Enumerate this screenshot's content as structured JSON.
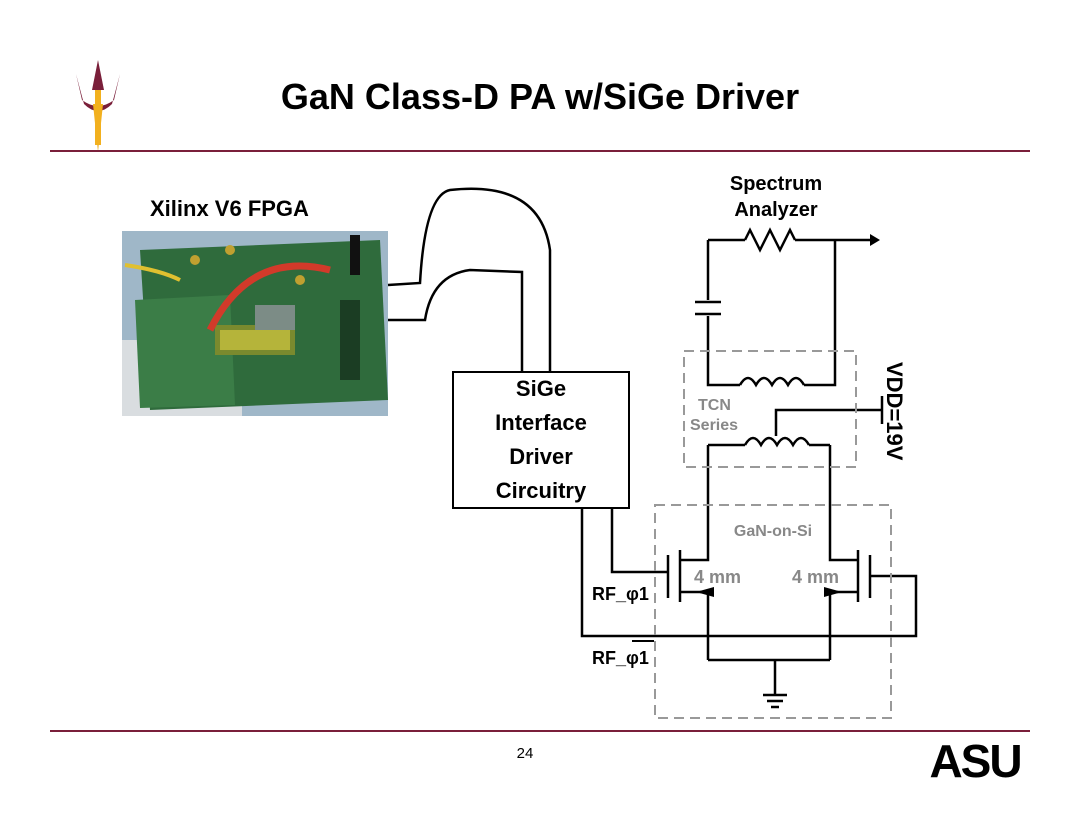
{
  "slide": {
    "title": "GaN Class-D PA w/SiGe Driver",
    "page_number": "24",
    "logo_text": "ASU"
  },
  "fpga": {
    "label": "Xilinx V6 FPGA"
  },
  "driver_box": {
    "lines": [
      "SiGe",
      "Interface",
      "Driver",
      "Circuitry"
    ]
  },
  "circuit": {
    "spectrum_analyzer": [
      "Spectrum",
      "Analyzer"
    ],
    "tcn_label": [
      "TCN",
      "Series"
    ],
    "gan_label": "GaN-on-Si",
    "transistor_left": "4 mm",
    "transistor_right": "4 mm",
    "rf_in_1": "RF_φ1",
    "rf_in_2": "RF_φ1",
    "vdd": "VDD=19V"
  },
  "colors": {
    "accent": "#7a1f3a",
    "gold": "#f2b01e",
    "dashed": "#999999"
  }
}
